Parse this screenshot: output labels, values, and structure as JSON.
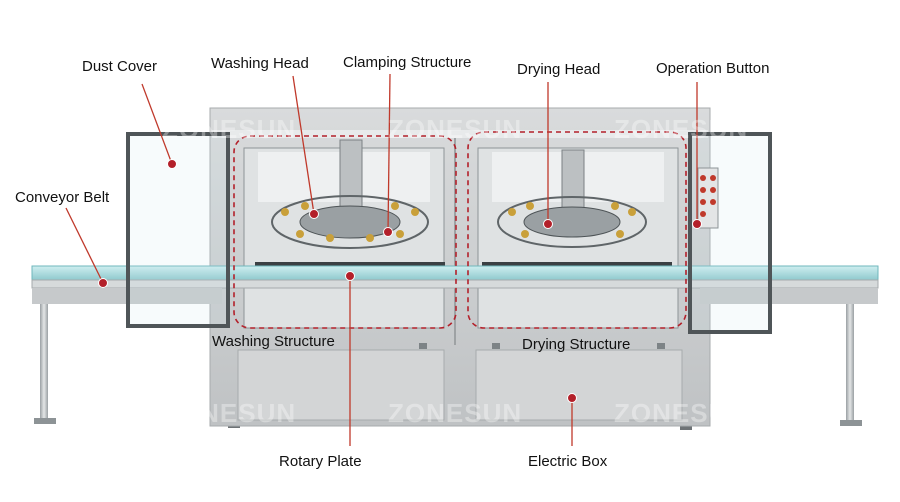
{
  "watermark": "ZONESUN",
  "labels": {
    "dust_cover": "Dust Cover",
    "washing_head": "Washing Head",
    "clamping_structure": "Clamping Structure",
    "drying_head": "Drying Head",
    "operation_button": "Operation Button",
    "conveyor_belt": "Conveyor Belt",
    "washing_structure": "Washing Structure",
    "drying_structure": "Drying Structure",
    "rotary_plate": "Rotary Plate",
    "electric_box": "Electric Box"
  },
  "colors": {
    "callout_line": "#c0392b",
    "callout_dot": "#b3202a",
    "dashed_box": "#b3202a",
    "machine_body": "#c9ccce",
    "conveyor_glass": "#a8d8dc"
  }
}
